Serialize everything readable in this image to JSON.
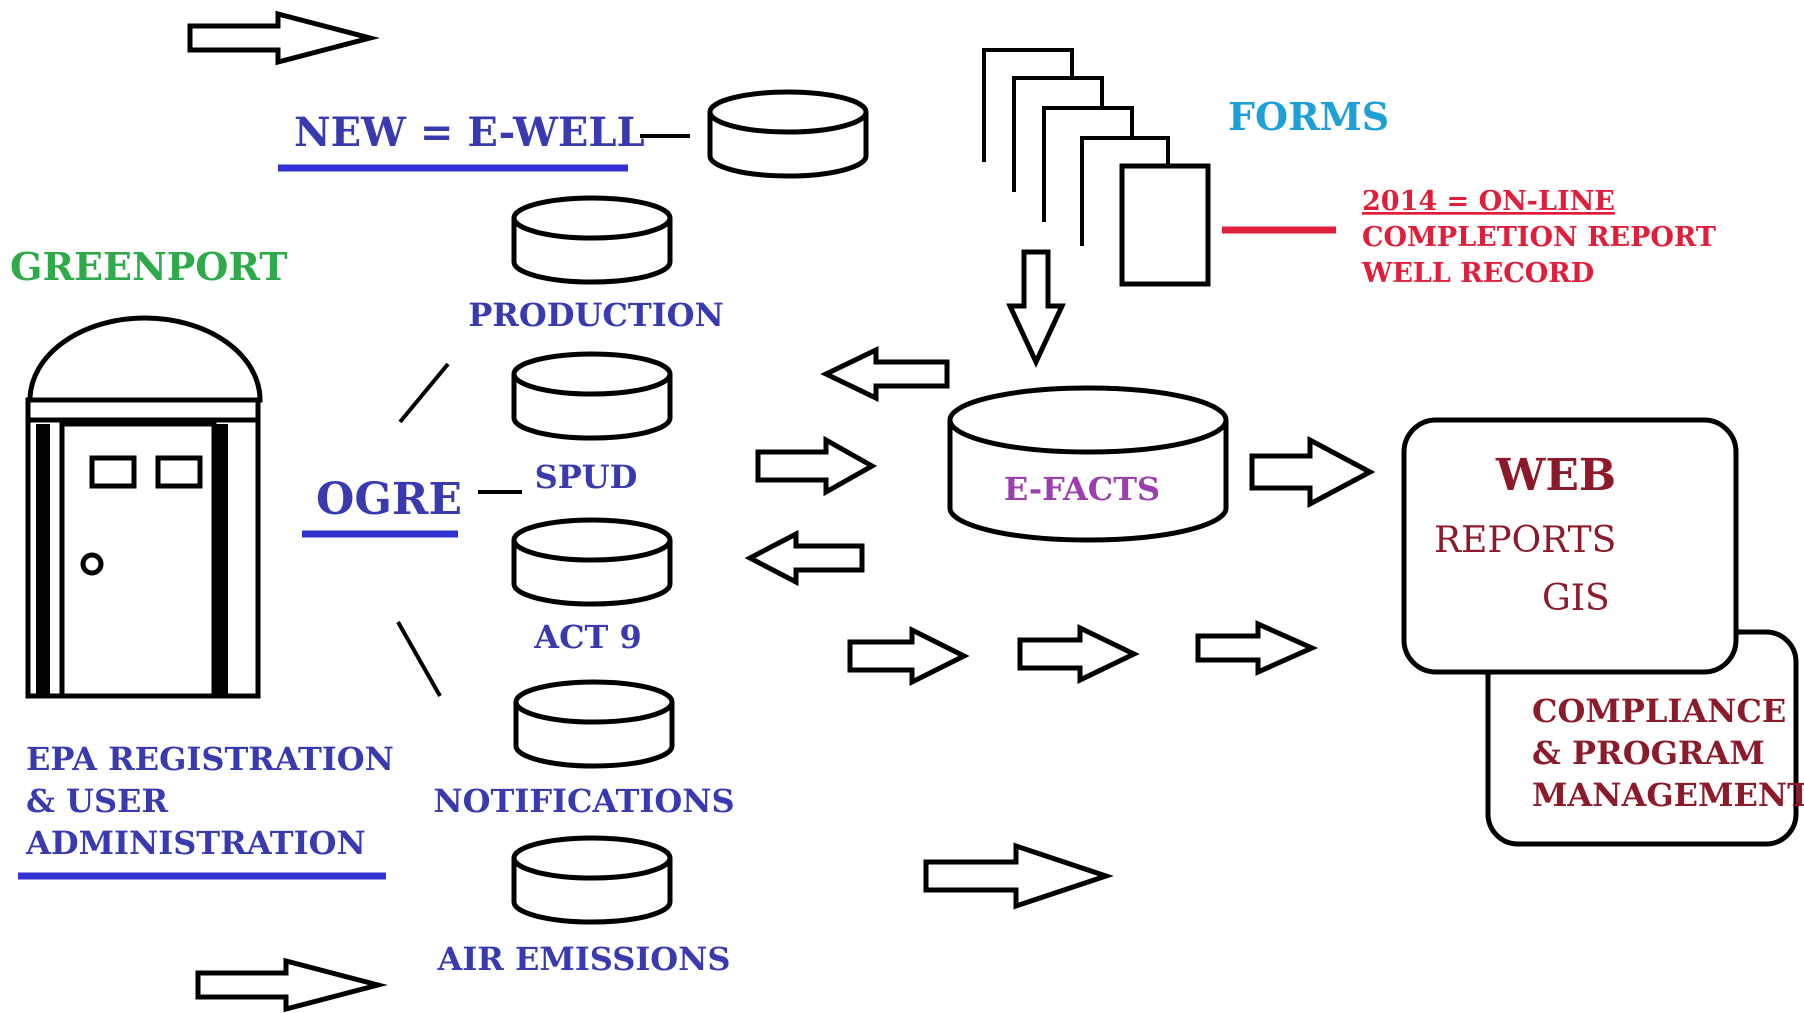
{
  "colors": {
    "blue": "#3a3ab0",
    "underline_blue": "#3232d2",
    "green": "#2eaa4a",
    "cyan": "#1e9fd8",
    "red": "#e01e3c",
    "purple": "#9b3fae",
    "maroon": "#8b1a2a",
    "black": "#000000"
  },
  "greenport": {
    "title": "GREENPORT"
  },
  "epa": {
    "line1": "EPA REGISTRATION",
    "line2": "& USER",
    "line3": "ADMINISTRATION"
  },
  "new_ewell": {
    "label": "NEW = E-WELL"
  },
  "ogre": {
    "label": "OGRE"
  },
  "databases": [
    {
      "label": "PRODUCTION"
    },
    {
      "label": "SPUD"
    },
    {
      "label": "ACT 9"
    },
    {
      "label": "NOTIFICATIONS"
    },
    {
      "label": "AIR EMISSIONS"
    }
  ],
  "forms": {
    "title": "FORMS",
    "line1": "2014 = ON-LINE",
    "line2": "COMPLETION REPORT",
    "line3": "WELL RECORD"
  },
  "efacts": {
    "label": "E-FACTS"
  },
  "web": {
    "title": "WEB",
    "reports": "REPORTS",
    "gis": "GIS"
  },
  "compliance": {
    "line1": "COMPLIANCE",
    "line2": "& PROGRAM",
    "line3": "MANAGEMENT"
  }
}
